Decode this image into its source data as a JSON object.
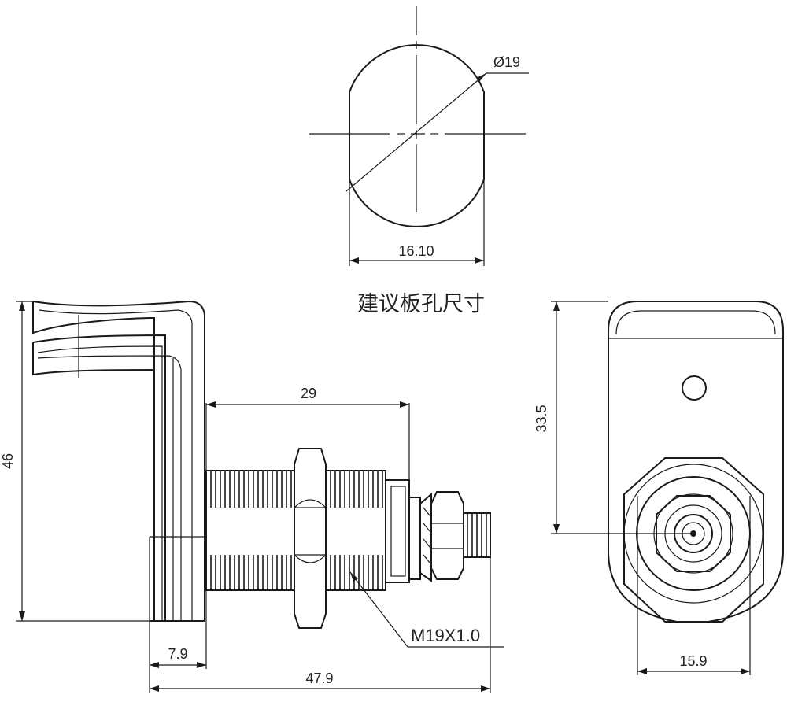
{
  "panel_hole": {
    "label_diameter": "Ø19",
    "label_width": "16.10",
    "caption": "建议板孔尺寸"
  },
  "side_view": {
    "label_height": "46",
    "label_thread_length": "29",
    "label_thickness": "7.9",
    "label_total_length": "47.9",
    "label_thread_spec": "M19X1.0"
  },
  "front_view": {
    "label_center_height": "33.5",
    "label_hex_width": "15.9"
  }
}
